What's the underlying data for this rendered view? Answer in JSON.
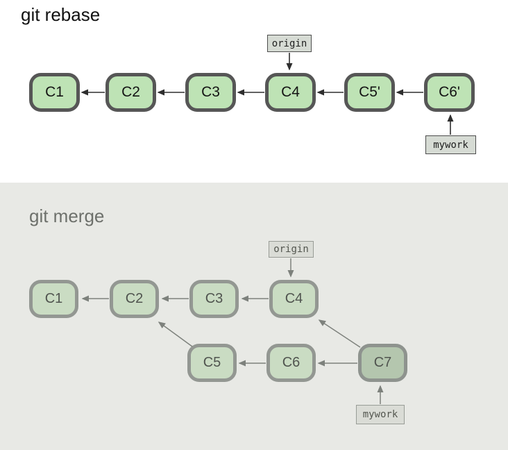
{
  "rebase": {
    "title": "git rebase",
    "origin_label": "origin",
    "mywork_label": "mywork",
    "commits": [
      "C1",
      "C2",
      "C3",
      "C4",
      "C5'",
      "C6'"
    ],
    "edges": [
      "C2->C1",
      "C3->C2",
      "C4->C3",
      "C5'->C4",
      "C6'->C5'"
    ],
    "origin_points_to": "C4",
    "mywork_points_to": "C6'"
  },
  "merge": {
    "title": "git merge",
    "origin_label": "origin",
    "mywork_label": "mywork",
    "main_commits": [
      "C1",
      "C2",
      "C3",
      "C4"
    ],
    "branch_commits": [
      "C5",
      "C6",
      "C7"
    ],
    "merge_commit": "C7",
    "edges": [
      "C2->C1",
      "C3->C2",
      "C4->C3",
      "C5->C2",
      "C6->C5",
      "C7->C6",
      "C7->C4"
    ],
    "origin_points_to": "C4",
    "mywork_points_to": "C7"
  },
  "colors": {
    "top_node_fill": "#bee3b5",
    "top_node_border": "#565656",
    "top_arrow": "#2e2e2e",
    "panel_background": "#e8e9e5",
    "bottom_node_fill": "#cadcc3",
    "bottom_node_border": "#939792",
    "merge_commit_fill": "#b4c6ae",
    "bottom_arrow": "#7d817c",
    "tag_box_fill": "#d6dbd4"
  }
}
